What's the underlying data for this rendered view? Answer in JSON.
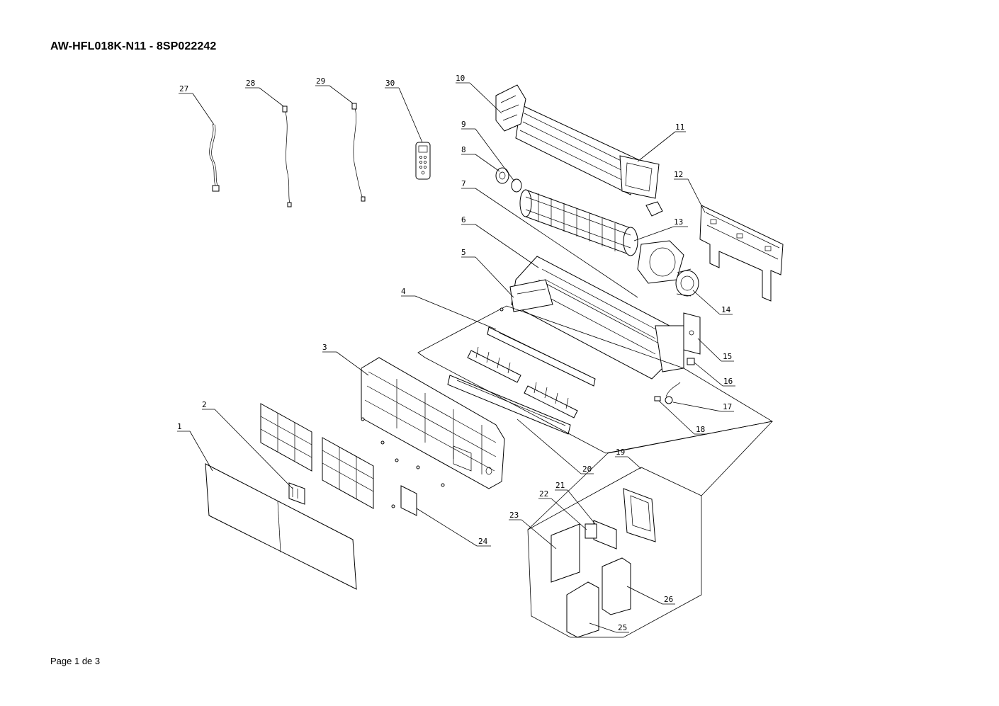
{
  "document": {
    "title": "AW-HFL018K-N11 - 8SP022242",
    "footer": "Page 1 de 3"
  },
  "callouts": [
    {
      "id": "1",
      "label": "1"
    },
    {
      "id": "2",
      "label": "2"
    },
    {
      "id": "3",
      "label": "3"
    },
    {
      "id": "4",
      "label": "4"
    },
    {
      "id": "5",
      "label": "5"
    },
    {
      "id": "6",
      "label": "6"
    },
    {
      "id": "7",
      "label": "7"
    },
    {
      "id": "8",
      "label": "8"
    },
    {
      "id": "9",
      "label": "9"
    },
    {
      "id": "10",
      "label": "10"
    },
    {
      "id": "11",
      "label": "11"
    },
    {
      "id": "12",
      "label": "12"
    },
    {
      "id": "13",
      "label": "13"
    },
    {
      "id": "14",
      "label": "14"
    },
    {
      "id": "15",
      "label": "15"
    },
    {
      "id": "16",
      "label": "16"
    },
    {
      "id": "17",
      "label": "17"
    },
    {
      "id": "18",
      "label": "18"
    },
    {
      "id": "19",
      "label": "19"
    },
    {
      "id": "20",
      "label": "20"
    },
    {
      "id": "21",
      "label": "21"
    },
    {
      "id": "22",
      "label": "22"
    },
    {
      "id": "23",
      "label": "23"
    },
    {
      "id": "24",
      "label": "24"
    },
    {
      "id": "25",
      "label": "25"
    },
    {
      "id": "26",
      "label": "26"
    },
    {
      "id": "27",
      "label": "27"
    },
    {
      "id": "28",
      "label": "28"
    },
    {
      "id": "29",
      "label": "29"
    },
    {
      "id": "30",
      "label": "30"
    }
  ]
}
